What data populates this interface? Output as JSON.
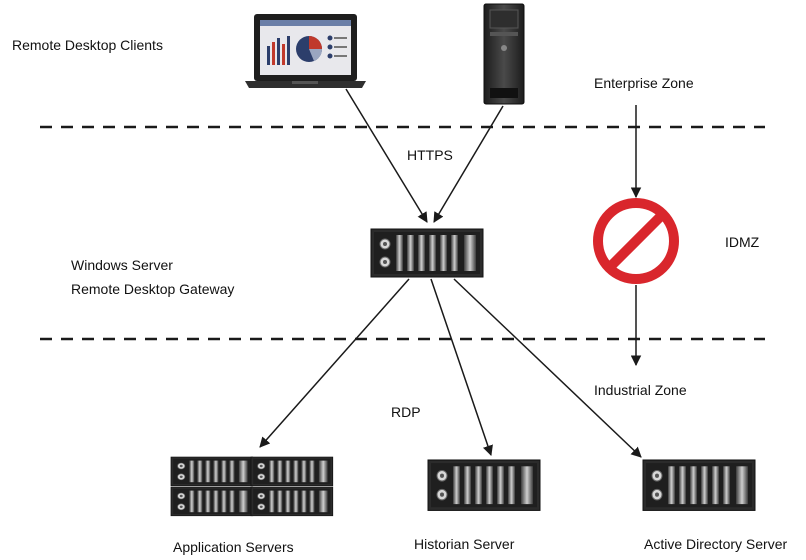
{
  "labels": {
    "clients": "Remote Desktop Clients",
    "enterprise_zone": "Enterprise Zone",
    "https": "HTTPS",
    "gateway_line1": "Windows Server",
    "gateway_line2": "Remote Desktop Gateway",
    "idmz": "IDMZ",
    "industrial_zone": "Industrial Zone",
    "rdp": "RDP",
    "app_servers": "Application Servers",
    "historian": "Historian Server",
    "active_directory": "Active Directory Server"
  },
  "colors": {
    "line": "#1a1a1a",
    "prohibit_red": "#d9262c",
    "server_body": "#2b2b2b",
    "laptop_screen": "#e8e8ec",
    "chart_red": "#c0392b",
    "chart_navy": "#2c3e6b"
  },
  "icons": {
    "laptop": "laptop-icon",
    "tower": "desktop-tower-icon",
    "gateway": "rack-server-icon",
    "prohibit": "prohibited-icon"
  }
}
